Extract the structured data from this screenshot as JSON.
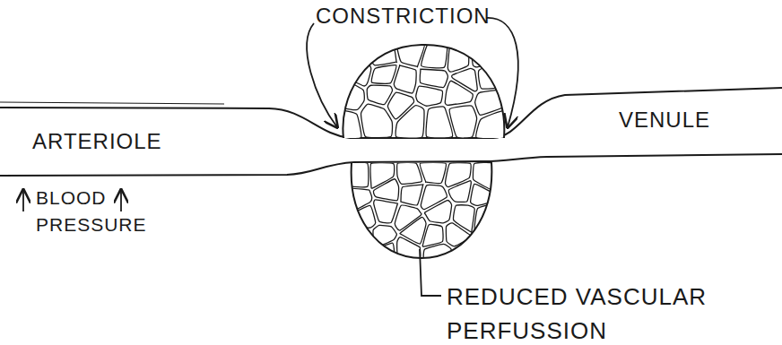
{
  "diagram": {
    "labels": [
      "CONSTRICTION",
      "ARTERIOLE",
      "VENULE",
      "BLOOD PRESSURE",
      "REDUCED VASCULAR PERFUSSION"
    ]
  }
}
